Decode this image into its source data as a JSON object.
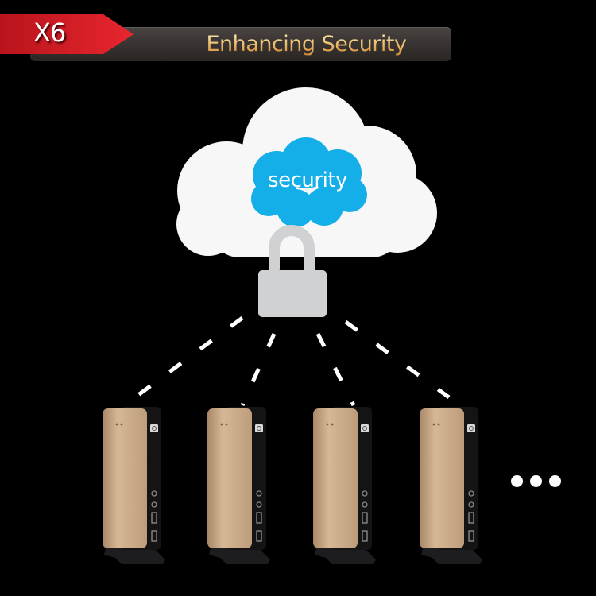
{
  "header": {
    "tag_label": "X6",
    "title": "Enhancing Security"
  },
  "cloud": {
    "label": "security",
    "icon": "cloud-icon",
    "lock_icon": "padlock-open-icon"
  },
  "devices": [
    {
      "name": "thin-client-1",
      "icon": "thin-client-icon"
    },
    {
      "name": "thin-client-2",
      "icon": "thin-client-icon"
    },
    {
      "name": "thin-client-3",
      "icon": "thin-client-icon"
    },
    {
      "name": "thin-client-4",
      "icon": "thin-client-icon"
    }
  ],
  "more_indicator": "ellipsis-icon",
  "colors": {
    "background": "#000000",
    "tag_red": "#d9212b",
    "banner_bar": "#3a3533",
    "title_gold": "#e2ab57",
    "cloud_white": "#f7f7f8",
    "security_blue": "#14aee8",
    "lock_gray": "#d0d1d3",
    "connector_white": "#ffffff",
    "device_gold": "#c9a884",
    "device_black": "#141414"
  }
}
